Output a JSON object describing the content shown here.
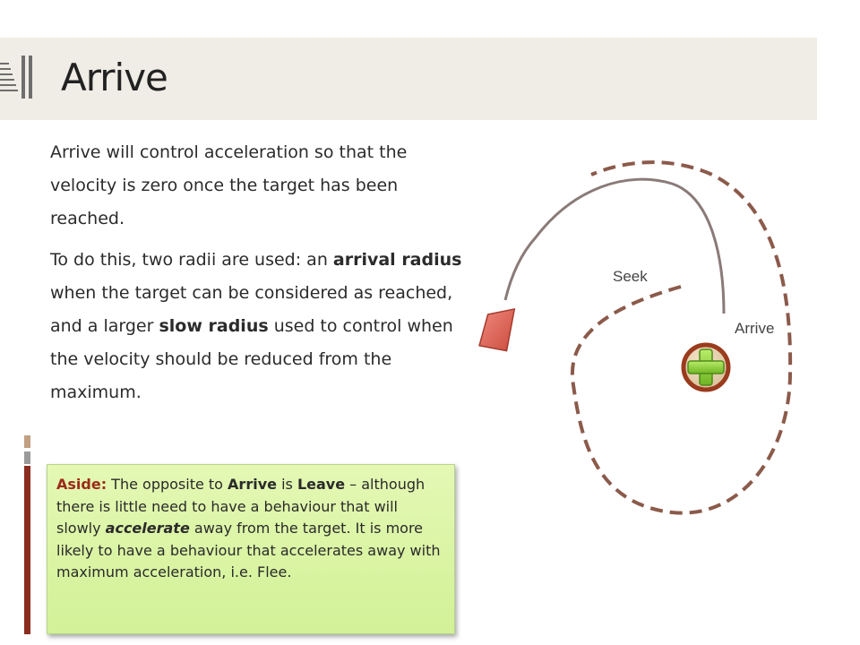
{
  "slide": {
    "title": "Arrive"
  },
  "body": {
    "para1": "Arrive will control acceleration so that the velocity is zero once the target has been reached.",
    "para2": {
      "t1": "To do this, two radii are used: an ",
      "b1": "arrival radius",
      "t2": " when the target can be considered as reached, and a larger ",
      "b2": "slow radius",
      "t3": " used to control when the velocity should be reduced from the maximum."
    }
  },
  "aside": {
    "lead": "Aside:",
    "t1": " The opposite to ",
    "b1": "Arrive",
    "t2": " is ",
    "b2": "Leave",
    "t3": " – although there is little need to have a behaviour that will slowly ",
    "i1": "accelerate",
    "t4": " away from the target. It is more likely to have a behaviour that accelerates away with maximum acceleration, i.e. Flee."
  },
  "diagram": {
    "seek_label": "Seek",
    "arrive_label": "Arrive",
    "colors": {
      "dashed": "#8b5a4a",
      "seek_line": "#8a7a78",
      "arrow": "#e0685a",
      "target_ring": "#9b3b1e",
      "target_plus": "#8fd13a"
    }
  }
}
